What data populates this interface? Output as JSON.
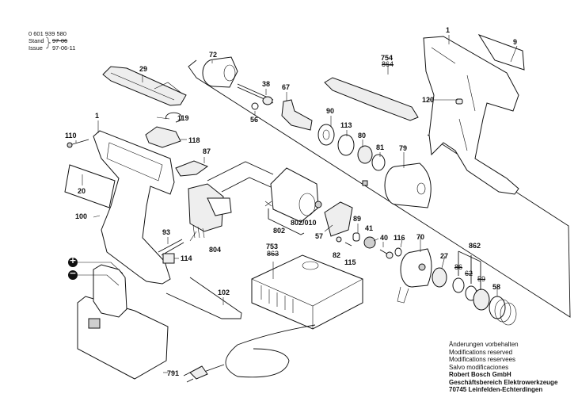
{
  "document": {
    "type": "exploded-parts-diagram",
    "part_number": "0 601 939 580",
    "stand_label": "Stand",
    "stand_value": "97-06",
    "issue_label": "Issue",
    "issue_value": "97-06-11"
  },
  "footer": {
    "lines": [
      "Änderungen vorbehalten",
      "Modifications reserved",
      "Modifications reservees",
      "Salvo modificaciones"
    ],
    "company": "Robert Bosch GmbH",
    "division": "Geschäftsbereich Elektrowerkzeuge",
    "address": "70745 Leinfelden-Echterdingen"
  },
  "parts": {
    "p1a": "1",
    "p1b": "1",
    "p9": "9",
    "p20": "20",
    "p27": "27",
    "p29": "29",
    "p38": "38",
    "p40": "40",
    "p41": "41",
    "p56": "56",
    "p57": "57",
    "p58": "58",
    "p59": "59",
    "p62": "62",
    "p67": "67",
    "p70": "70",
    "p72": "72",
    "p79": "79",
    "p80": "80",
    "p81": "81",
    "p82": "82",
    "p86": "86",
    "p87": "87",
    "p89": "89",
    "p90": "90",
    "p93": "93",
    "p100": "100",
    "p102": "102",
    "p110": "110",
    "p113": "113",
    "p114": "114",
    "p115": "115",
    "p116": "116",
    "p118": "118",
    "p119": "119",
    "p120": "120",
    "p753": "753",
    "p863": "863",
    "p754": "754",
    "p864": "864",
    "p791": "791",
    "p802": "802",
    "p802010": "802/010",
    "p804": "804",
    "p862": "862"
  },
  "battery_terminals": {
    "positive": "+",
    "negative": "−"
  }
}
